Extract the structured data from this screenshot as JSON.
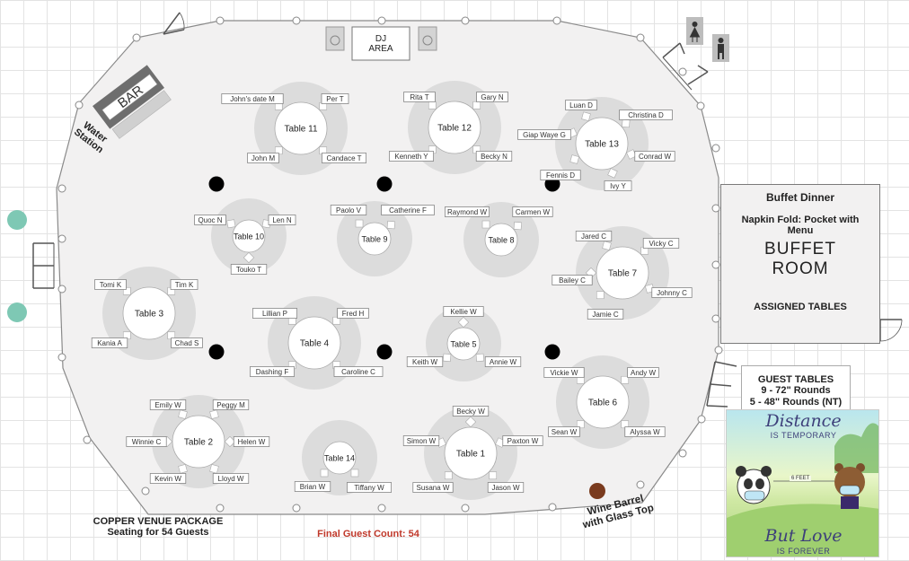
{
  "labels": {
    "bar": "BAR",
    "water_station": "Water\nStation",
    "dj_area": "DJ\nAREA",
    "wine_barrel": "Wine Barrel\nwith Glass Top",
    "package_line1": "COPPER VENUE PACKAGE",
    "package_line2": "Seating for 54 Guests",
    "final_count": "Final Guest Count: 54"
  },
  "buffet_panel": {
    "title": "Buffet Dinner",
    "napkin": "Napkin Fold: Pocket with Menu",
    "room_line1": "BUFFET",
    "room_line2": "ROOM",
    "assigned": "ASSIGNED TABLES"
  },
  "guest_panel": {
    "title": "GUEST TABLES",
    "line1": "9 - 72\" Rounds",
    "line2": "5 - 48\" Rounds (NT)"
  },
  "poster": {
    "line1": "Distance",
    "line2": "IS TEMPORARY",
    "feet": "6 FEET",
    "line3": "But Love",
    "line4": "IS FOREVER"
  },
  "colors": {
    "final_count": "#c0392b",
    "table_shadow": "#dcdcdc",
    "wine_barrel": "#7a3b1e",
    "teal": "#7ec8b4"
  },
  "tables": [
    {
      "name": "Table 11",
      "guests": [
        "John's date M",
        "Per T",
        "John M",
        "Candace T"
      ]
    },
    {
      "name": "Table 12",
      "guests": [
        "Rita T",
        "Gary N",
        "Kenneth Y",
        "Becky N"
      ]
    },
    {
      "name": "Table 13",
      "guests": [
        "Luan D",
        "Christina D",
        "Giap Waye G",
        "Conrad W",
        "Fennis D",
        "Ivy Y"
      ]
    },
    {
      "name": "Table 10",
      "guests": [
        "Quoc N",
        "Len N",
        "Touko T"
      ]
    },
    {
      "name": "Table 9",
      "guests": [
        "Paolo V",
        "Catherine F"
      ]
    },
    {
      "name": "Table 8",
      "guests": [
        "Raymond W",
        "Carmen W"
      ]
    },
    {
      "name": "Table 7",
      "guests": [
        "Jared C",
        "Vicky C",
        "Bailey C",
        "Johnny C",
        "Jamie C"
      ]
    },
    {
      "name": "Table 3",
      "guests": [
        "Tomi K",
        "Tim K",
        "Kania A",
        "Chad S"
      ]
    },
    {
      "name": "Table 4",
      "guests": [
        "Lillian P",
        "Fred H",
        "Dashing F",
        "Caroline C"
      ]
    },
    {
      "name": "Table 5",
      "guests": [
        "Kellie W",
        "Keith W",
        "Annie W"
      ]
    },
    {
      "name": "Table 6",
      "guests": [
        "Vickie W",
        "Andy W",
        "Sean W",
        "Alyssa W"
      ]
    },
    {
      "name": "Table 2",
      "guests": [
        "Emily W",
        "Peggy M",
        "Winnie C",
        "Helen W",
        "Kevin W",
        "Lloyd W"
      ]
    },
    {
      "name": "Table 14",
      "guests": [
        "Brian W",
        "Tiffany W"
      ]
    },
    {
      "name": "Table 1",
      "guests": [
        "Becky W",
        "Simon W",
        "Paxton W",
        "Susana W",
        "Jason W"
      ]
    }
  ]
}
